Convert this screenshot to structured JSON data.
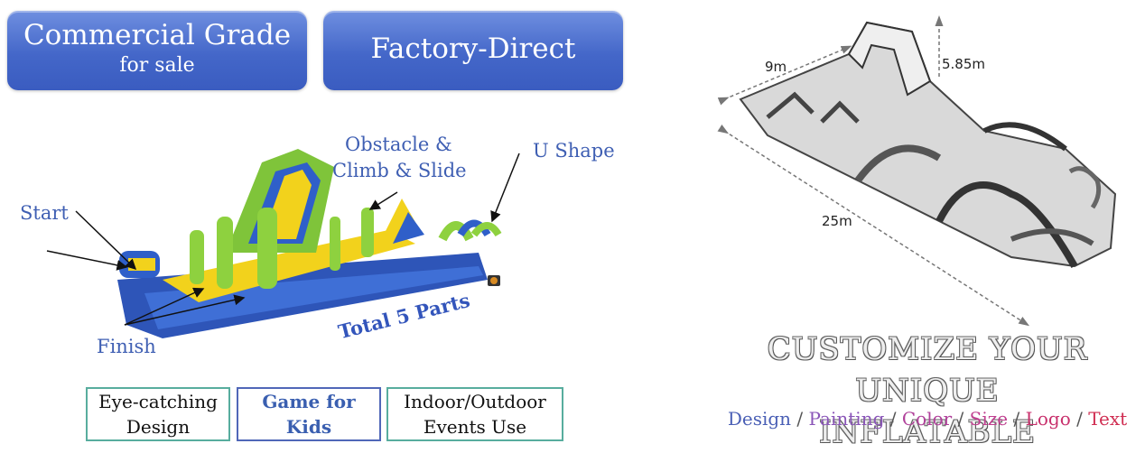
{
  "banners": {
    "left": {
      "title": "Commercial Grade",
      "subtitle": "for sale"
    },
    "right": {
      "title": "Factory-Direct"
    }
  },
  "callouts": {
    "start": "Start",
    "finish": "Finish",
    "obstacle_line1": "Obstacle &",
    "obstacle_line2": "Climb & Slide",
    "u_shape": "U Shape",
    "total_parts": "Total 5 Parts"
  },
  "features": [
    {
      "label": "Eye-catching\nDesign"
    },
    {
      "label": "Game for\nKids"
    },
    {
      "label": "Indoor/Outdoor\nEvents Use"
    }
  ],
  "dimensions": {
    "width": "9m",
    "height": "5.85m",
    "length": "25m"
  },
  "customize": {
    "line1": "CUSTOMIZE YOUR UNIQUE",
    "line2": "INFLATABLE"
  },
  "options": [
    {
      "label": "Design",
      "color": "#4a5fb5"
    },
    {
      "label": "Painting",
      "color": "#8a55b8"
    },
    {
      "label": "Color",
      "color": "#b0409a"
    },
    {
      "label": "Size",
      "color": "#c04090"
    },
    {
      "label": "Logo",
      "color": "#c8306c"
    },
    {
      "label": "Text",
      "color": "#d02e52"
    }
  ],
  "separator": " / "
}
